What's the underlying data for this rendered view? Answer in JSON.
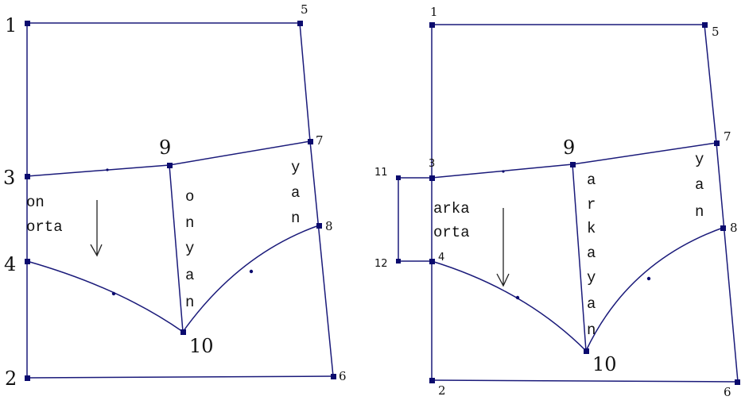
{
  "patterns": [
    {
      "id": "front",
      "point_labels": {
        "p1": "1",
        "p5": "5",
        "p3": "3",
        "p9": "9",
        "p7": "7",
        "p8": "8",
        "p4": "4",
        "p10": "10",
        "p2": "2",
        "p6": "6"
      },
      "center_text": [
        "on",
        "orta"
      ],
      "side_text": [
        "o",
        "n",
        "y",
        "a",
        "n"
      ],
      "yan_text": [
        "y",
        "a",
        "n"
      ]
    },
    {
      "id": "back",
      "point_labels": {
        "p1": "1",
        "p5": "5",
        "p3": "3",
        "p9": "9",
        "p7": "7",
        "p8": "8",
        "p4": "4",
        "p10": "10",
        "p2": "2",
        "p6": "6",
        "p11": "11",
        "p12": "12"
      },
      "center_text": [
        "arka",
        "orta"
      ],
      "side_text": [
        "a",
        "r",
        "k",
        "a",
        "y",
        "a",
        "n"
      ],
      "yan_text": [
        "y",
        "a",
        "n"
      ]
    }
  ],
  "colors": {
    "line": "#1a1a7a",
    "point": "#0b0b6e",
    "text": "#111111",
    "background": "#ffffff"
  }
}
